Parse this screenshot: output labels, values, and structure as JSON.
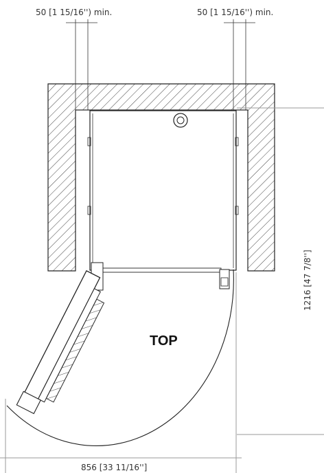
{
  "dimensions": {
    "left_clearance": "50 [1 15/16'') min.",
    "right_clearance": "50 [1 15/16'') min.",
    "depth": "1216 [47 7/8'']",
    "width": "856 [33 11/16'']"
  },
  "labels": {
    "view": "TOP"
  },
  "colors": {
    "line": "#222222",
    "hatch": "#444444",
    "dimension": "#9a9a9a",
    "background": "#ffffff"
  }
}
